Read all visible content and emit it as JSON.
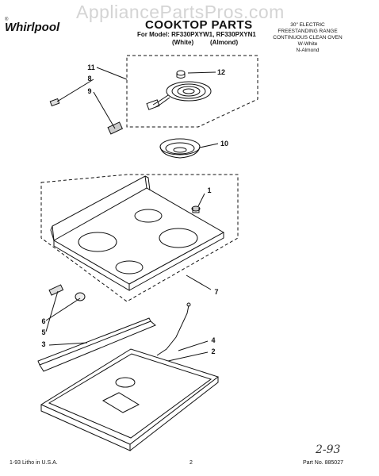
{
  "watermark": "AppliancePartsPros.com",
  "header": {
    "brand": "Whirlpool",
    "brand_mark": "®",
    "title": "COOKTOP PARTS",
    "model_line": "For Model: RF330PXYW1, RF330PXYN1",
    "color_white": "(White)",
    "color_almond": "(Almond)",
    "spec_lines": [
      "30\" ELECTRIC",
      "FREESTANDING RANGE",
      "CONTINUOUS CLEAN OVEN",
      "W-White",
      "N-Almond"
    ]
  },
  "callouts": {
    "c1": "1",
    "c2": "2",
    "c3": "3",
    "c4": "4",
    "c5": "5",
    "c6": "6",
    "c7": "7",
    "c8": "8",
    "c9": "9",
    "c10": "10",
    "c11": "11",
    "c12": "12"
  },
  "footer": {
    "left": "1-93 Litho in U.S.A.",
    "page": "2",
    "right": "Part No. 885027"
  },
  "handwriting": "2-93"
}
